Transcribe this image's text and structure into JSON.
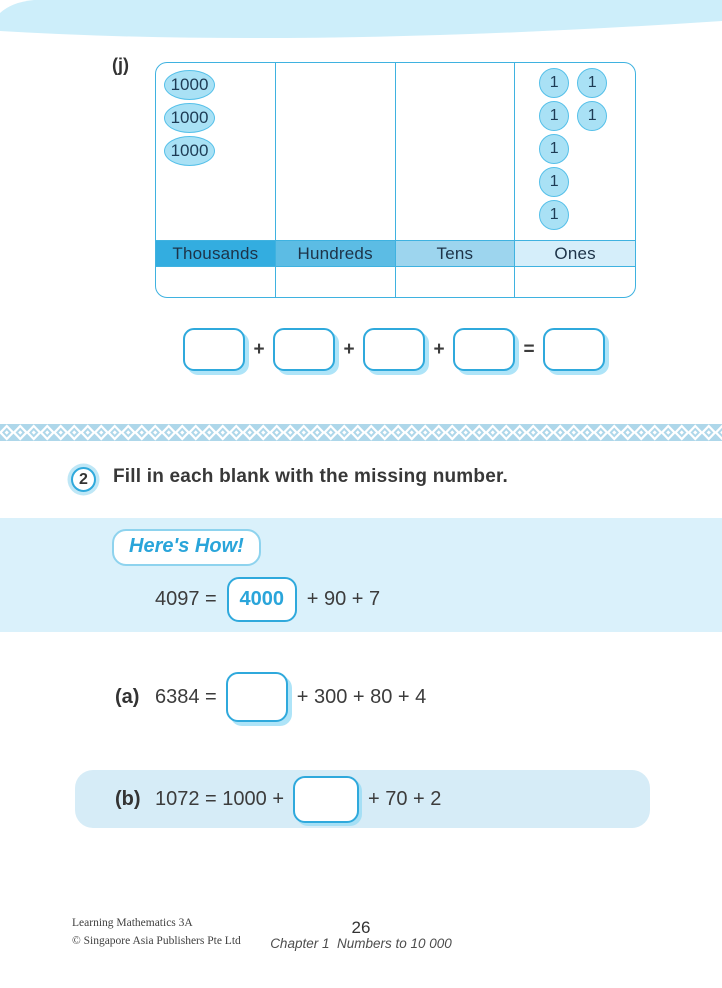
{
  "item_j": {
    "label": "(j)",
    "table": {
      "headers": [
        {
          "label": "Thousands",
          "bg": "#33ade0"
        },
        {
          "label": "Hundreds",
          "bg": "#5cbce4"
        },
        {
          "label": "Tens",
          "bg": "#9dd5ee"
        },
        {
          "label": "Ones",
          "bg": "#d5eefa"
        }
      ],
      "thousands_tokens": [
        "1000",
        "1000",
        "1000"
      ],
      "ones_token_rows": [
        [
          "1",
          "1"
        ],
        [
          "1",
          "1"
        ],
        [
          "1"
        ],
        [
          "1"
        ],
        [
          "1"
        ]
      ]
    },
    "expression_operators": [
      "+",
      "+",
      "+",
      "="
    ]
  },
  "question2": {
    "number": "2",
    "text": "Fill in each blank with the missing number."
  },
  "heres_how": {
    "badge_label": "Here's How!",
    "equation": {
      "lhs": "4097 =",
      "answer": "4000",
      "rhs": "+ 90 + 7"
    }
  },
  "parts": [
    {
      "label": "(a)",
      "lhs": "6384 =",
      "rhs": "+ 300 + 80 + 4"
    },
    {
      "label": "(b)",
      "lhs": "1072 = 1000 +",
      "rhs": "+ 70 + 2"
    }
  ],
  "footer": {
    "book_title": "Learning Mathematics 3A",
    "publisher": "© Singapore Asia Publishers Pte Ltd",
    "page_number": "26",
    "chapter_line": "Chapter 1  Numbers to 10 000"
  },
  "colors": {
    "accent_blue": "#2fa9dc",
    "table_border": "#3fb2e0",
    "token_fill": "#a9e1f5",
    "token_border": "#55c0e9",
    "box_shadow_blue": "#aee4f8",
    "band_light_blue": "#daf1fb",
    "part_b_band": "#d6ecf7",
    "divider_band": "#aed7ea",
    "top_curve": "#cdeefa"
  }
}
